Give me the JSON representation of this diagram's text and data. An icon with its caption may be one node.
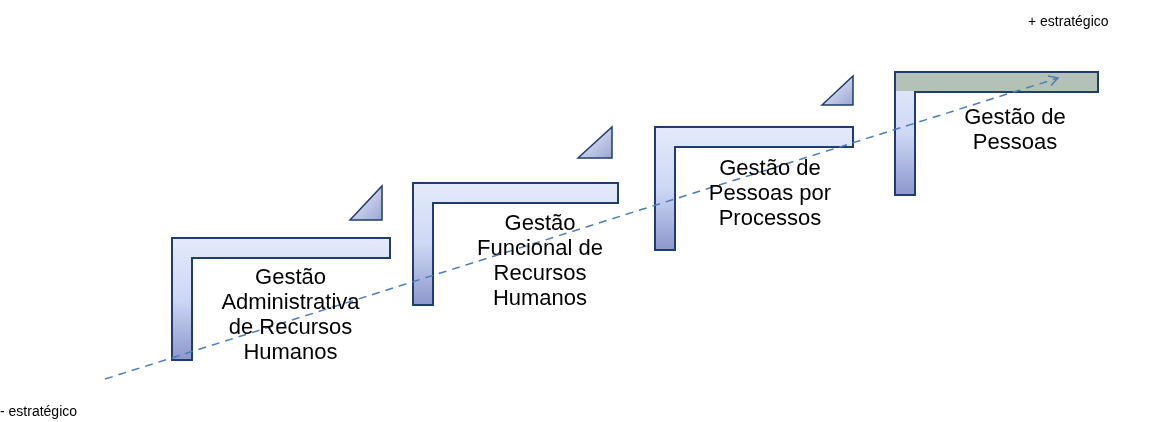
{
  "diagram": {
    "nodes": [
      {
        "text": [
          "Gestão Administrativa de Recursos Humanos"
        ]
      },
      {
        "text": [
          "Gestão Funcional de Recursos Humanos"
        ]
      },
      {
        "text": [
          "Gestão de Pessoas por Processos"
        ]
      },
      {
        "text": [
          "Gestão de Pessoas"
        ]
      }
    ],
    "labels": [
      "+ estratégico",
      "- estratégico"
    ]
  }
}
